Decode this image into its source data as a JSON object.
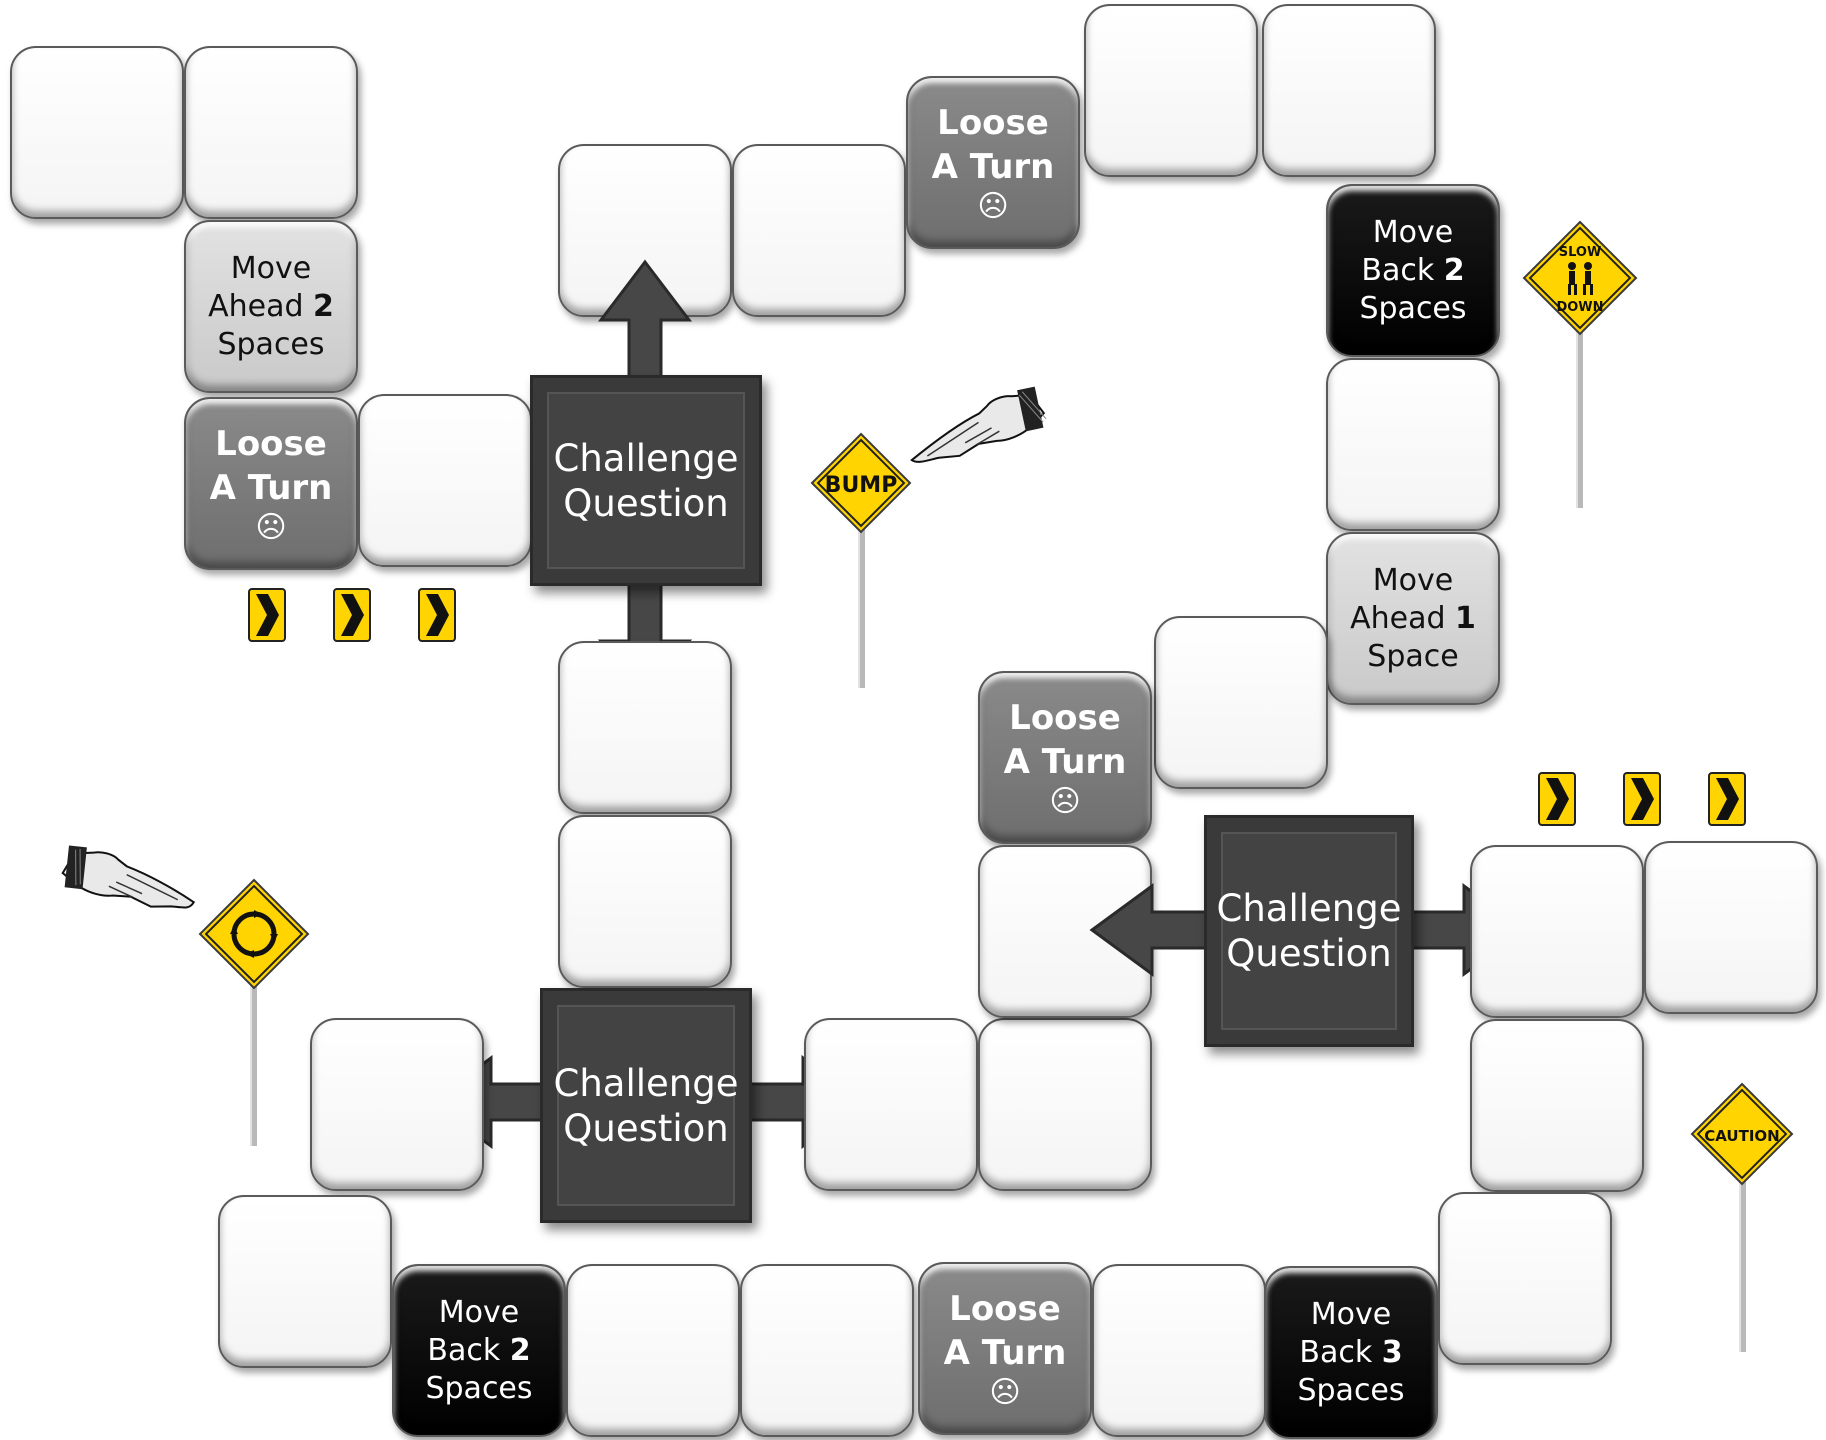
{
  "tiles": {
    "move_ahead_2": {
      "line1": "Move",
      "line2": "Ahead",
      "num": "2",
      "line3": "Spaces"
    },
    "move_ahead_1": {
      "line1": "Move",
      "line2": "Ahead",
      "num": "1",
      "line3": "Space"
    },
    "move_back_2": {
      "line1": "Move",
      "line2": "Back",
      "num": "2",
      "line3": "Spaces"
    },
    "move_back_3": {
      "line1": "Move",
      "line2": "Back",
      "num": "3",
      "line3": "Spaces"
    },
    "loose_turn": {
      "line1": "Loose",
      "line2": "A Turn",
      "face": "☹"
    }
  },
  "challenge": {
    "line1": "Challenge",
    "line2": "Question"
  },
  "signs": {
    "bump": "BUMP",
    "slow_down_top": "SLOW",
    "slow_down_bottom": "DOWN",
    "caution": "CAUTION"
  },
  "icons": {
    "chevron": "chevron-right-sign-icon",
    "hand": "pointing-hand-icon",
    "roundabout": "roundabout-icon",
    "pedestrians": "pedestrians-icon"
  },
  "colors": {
    "sign_yellow": "#FFD400",
    "challenge_gray": "#434343",
    "loose_gray": "#7a7a7a",
    "ahead_light": "#d4d4d4",
    "back_black": "#000000"
  }
}
